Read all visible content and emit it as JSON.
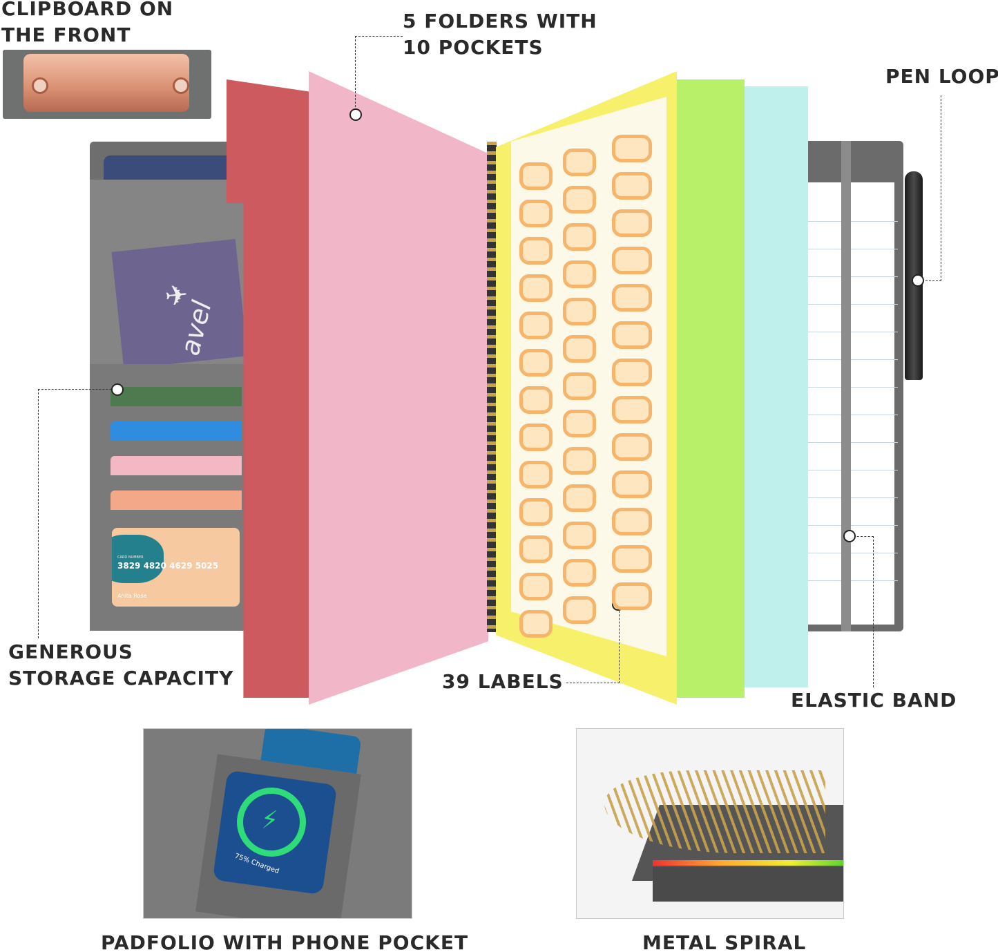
{
  "callouts": {
    "clipboard": "CLIPBOARD ON\nTHE FRONT",
    "folders": "5 FOLDERS WITH\n10 POCKETS",
    "pen_loop": "PEN LOOP",
    "storage": "GENEROUS\nSTORAGE CAPACITY",
    "labels": "39 LABELS",
    "elastic": "ELASTIC BAND",
    "phone_pocket": "PADFOLIO WITH PHONE POCKET",
    "spiral": "METAL SPIRAL"
  },
  "card": {
    "caption": "CARD NUMBER",
    "number": "3829 4820 4629 5025",
    "name": "Anita Rose"
  },
  "phone": {
    "status": "75% Charged",
    "icon": "lightning-bolt-icon"
  },
  "ticket": {
    "text": "avel",
    "icon": "airplane-icon"
  },
  "colors": {
    "red": "#cc5a5e",
    "pink": "#f1b6c8",
    "yellow": "#f7f06a",
    "green": "#b8f06a",
    "cyan": "#bff0ec",
    "gray": "#6e6e6e",
    "gold": "#c9a24a"
  }
}
